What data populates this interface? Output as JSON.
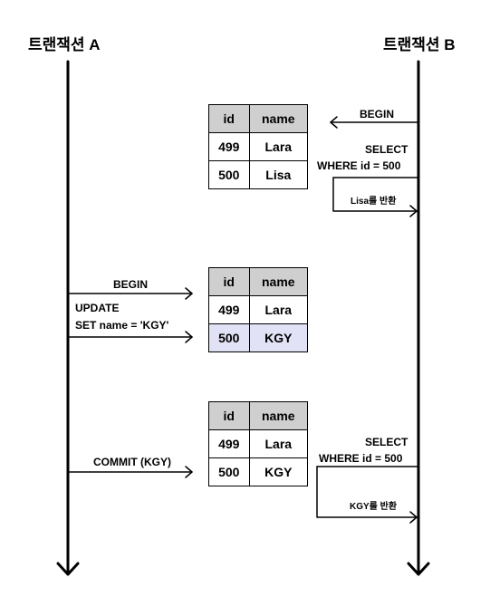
{
  "titles": {
    "a": "트랜잭션 A",
    "b": "트랜잭션 B"
  },
  "tables": [
    {
      "header": [
        "id",
        "name"
      ],
      "rows": [
        [
          "499",
          "Lara"
        ],
        [
          "500",
          "Lisa"
        ]
      ]
    },
    {
      "header": [
        "id",
        "name"
      ],
      "rows": [
        [
          "499",
          "Lara"
        ],
        [
          "500",
          "KGY"
        ]
      ]
    },
    {
      "header": [
        "id",
        "name"
      ],
      "rows": [
        [
          "499",
          "Lara"
        ],
        [
          "500",
          "KGY"
        ]
      ]
    }
  ],
  "labels": {
    "b_begin": "BEGIN",
    "b_select1_l1": "SELECT",
    "b_select1_l2": "WHERE id = 500",
    "b_return1": "Lisa를 반환",
    "a_begin": "BEGIN",
    "a_update_l1": "UPDATE",
    "a_update_l2": "SET name = 'KGY'",
    "a_commit": "COMMIT (KGY)",
    "b_select2_l1": "SELECT",
    "b_select2_l2": "WHERE id = 500",
    "b_return2": "KGY를 반환"
  }
}
